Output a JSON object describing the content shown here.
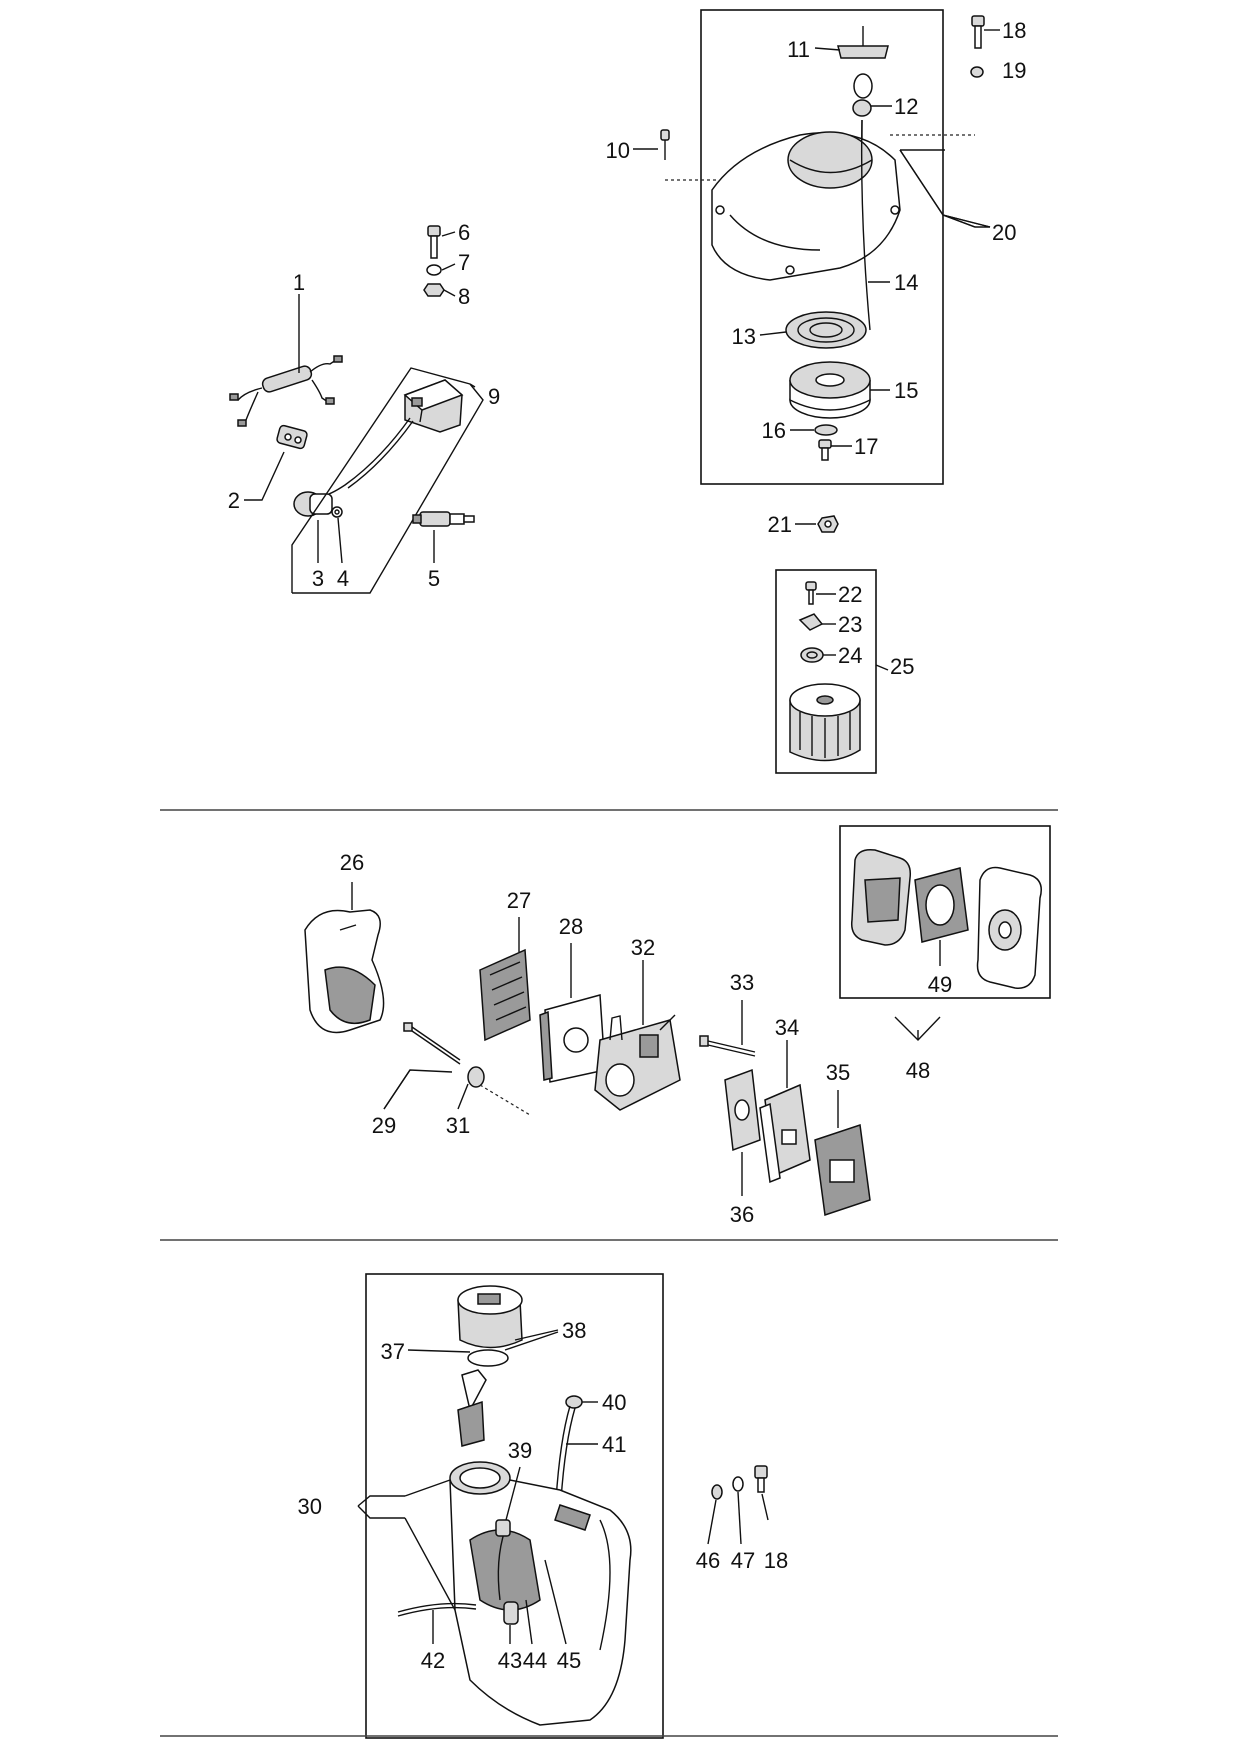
{
  "labels": {
    "p1": "1",
    "p2": "2",
    "p3": "3",
    "p4": "4",
    "p5": "5",
    "p6": "6",
    "p7": "7",
    "p8": "8",
    "p9": "9",
    "p10": "10",
    "p11": "11",
    "p12": "12",
    "p13": "13",
    "p14": "14",
    "p15": "15",
    "p16": "16",
    "p17": "17",
    "p18a": "18",
    "p19": "19",
    "p20": "20",
    "p21": "21",
    "p22": "22",
    "p23": "23",
    "p24": "24",
    "p25": "25",
    "p26": "26",
    "p27": "27",
    "p28": "28",
    "p29": "29",
    "p31": "31",
    "p32": "32",
    "p33": "33",
    "p34": "34",
    "p35": "35",
    "p36": "36",
    "p48": "48",
    "p49": "49",
    "p30": "30",
    "p37": "37",
    "p38": "38",
    "p39": "39",
    "p40": "40",
    "p41": "41",
    "p42": "42",
    "p43": "43",
    "p44": "44",
    "p45": "45",
    "p46": "46",
    "p47": "47",
    "p18b": "18"
  }
}
